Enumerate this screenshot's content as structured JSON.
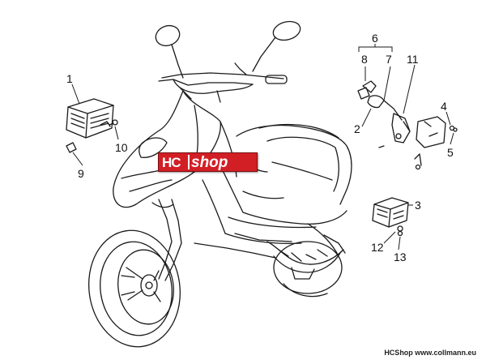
{
  "labels": {
    "p1": "1",
    "p2": "2",
    "p3": "3",
    "p4": "4",
    "p5": "5",
    "p6": "6",
    "p7": "7",
    "p8": "8",
    "p9": "9",
    "p10": "10",
    "p11": "11",
    "p12": "12",
    "p13": "13"
  },
  "logo": {
    "hc": "HC",
    "shop": "shop"
  },
  "footer": "HCShop www.collmann.eu",
  "colors": {
    "line": "#1a1a1a",
    "logo_red": "#d21f26"
  }
}
